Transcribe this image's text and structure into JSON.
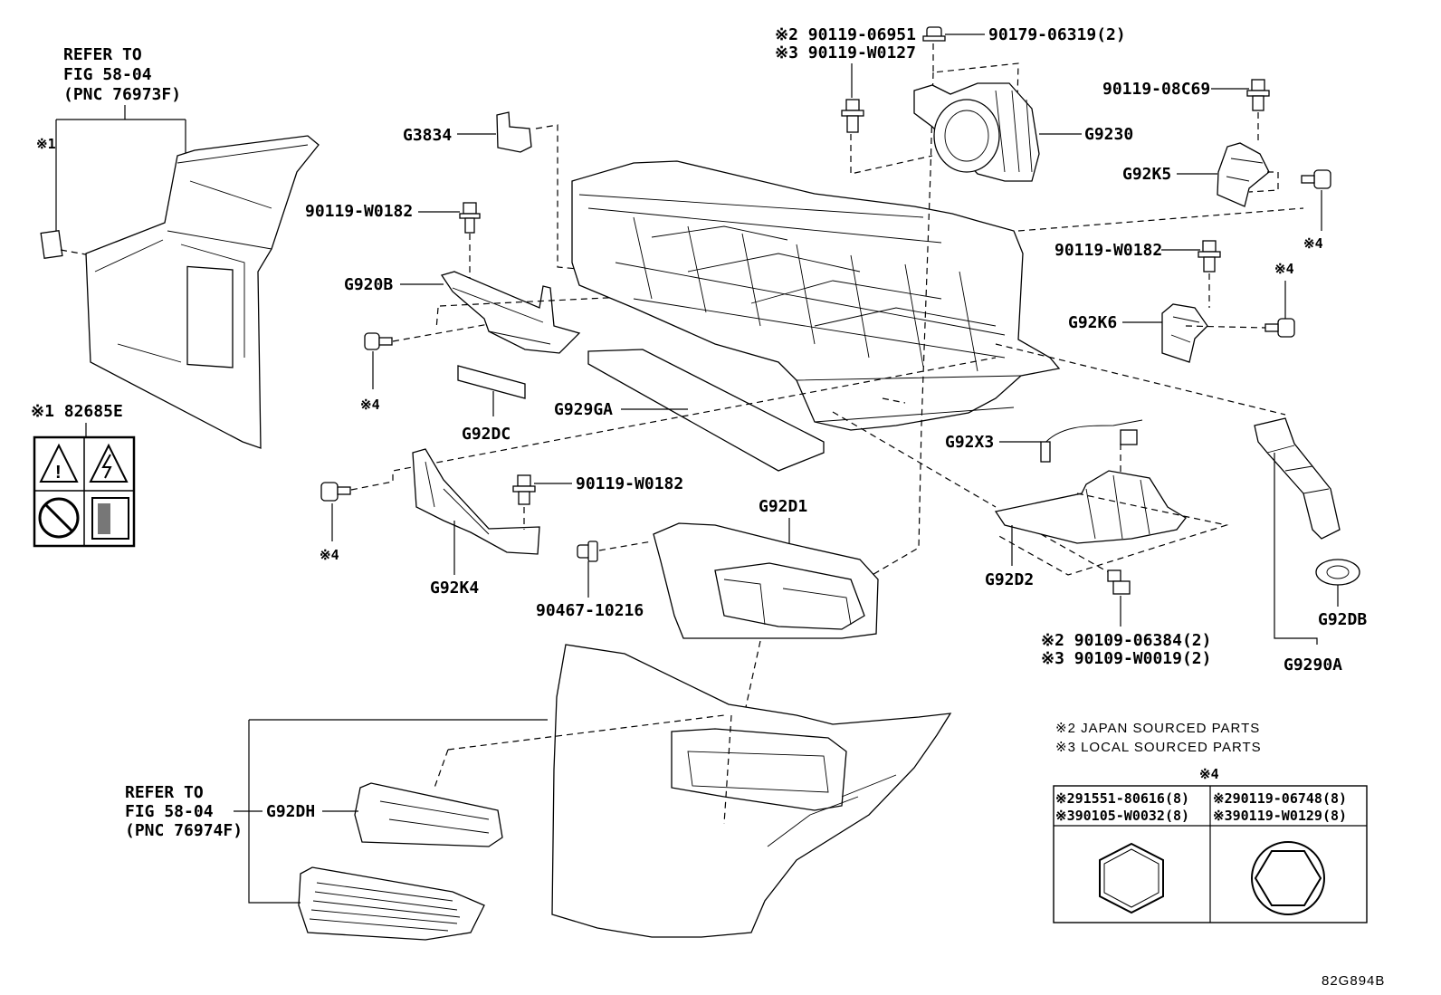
{
  "refer_top": {
    "line1": "REFER TO",
    "line2": "FIG 58-04",
    "line3": "(PNC 76973F)"
  },
  "refer_bottom": {
    "line1": "REFER TO",
    "line2": "FIG 58-04",
    "line3": "(PNC 76974F)"
  },
  "callouts": {
    "note1_mark": "※1",
    "g3834": "G3834",
    "b90119_w0182_a": "90119-W0182",
    "g920b": "G920B",
    "note4_a": "※4",
    "g92dc": "G92DC",
    "g929ga": "G929GA",
    "warning_label": "※1 82685E",
    "note4_b": "※4",
    "g92k4": "G92K4",
    "b90119_w0182_b": "90119-W0182",
    "b90467": "90467-10216",
    "g92d1": "G92D1",
    "top_bolt_1": "※2 90119-06951",
    "top_bolt_2": "※3 90119-W0127",
    "nut_90179": "90179-06319(2)",
    "g9230": "G9230",
    "b90119_08c69": "90119-08C69",
    "g92k5": "G92K5",
    "note4_c": "※4",
    "b90119_w0182_c": "90119-W0182",
    "note4_d": "※4",
    "g92k6": "G92K6",
    "g92x3": "G92X3",
    "g92d2": "G92D2",
    "bot_bolt_1": "※2 90109-06384(2)",
    "bot_bolt_2": "※3 90109-W0019(2)",
    "g92db": "G92DB",
    "g9290a": "G9290A",
    "g92dh": "G92DH"
  },
  "legend": {
    "japan": "※2 JAPAN SOURCED PARTS",
    "local": "※3 LOCAL SOURCED PARTS",
    "table_title": "※4",
    "col1_row1": "※291551-80616(8)",
    "col1_row2": "※390105-W0032(8)",
    "col2_row1": "※290119-06748(8)",
    "col2_row2": "※390119-W0129(8)"
  },
  "diagram_code": "82G894B"
}
